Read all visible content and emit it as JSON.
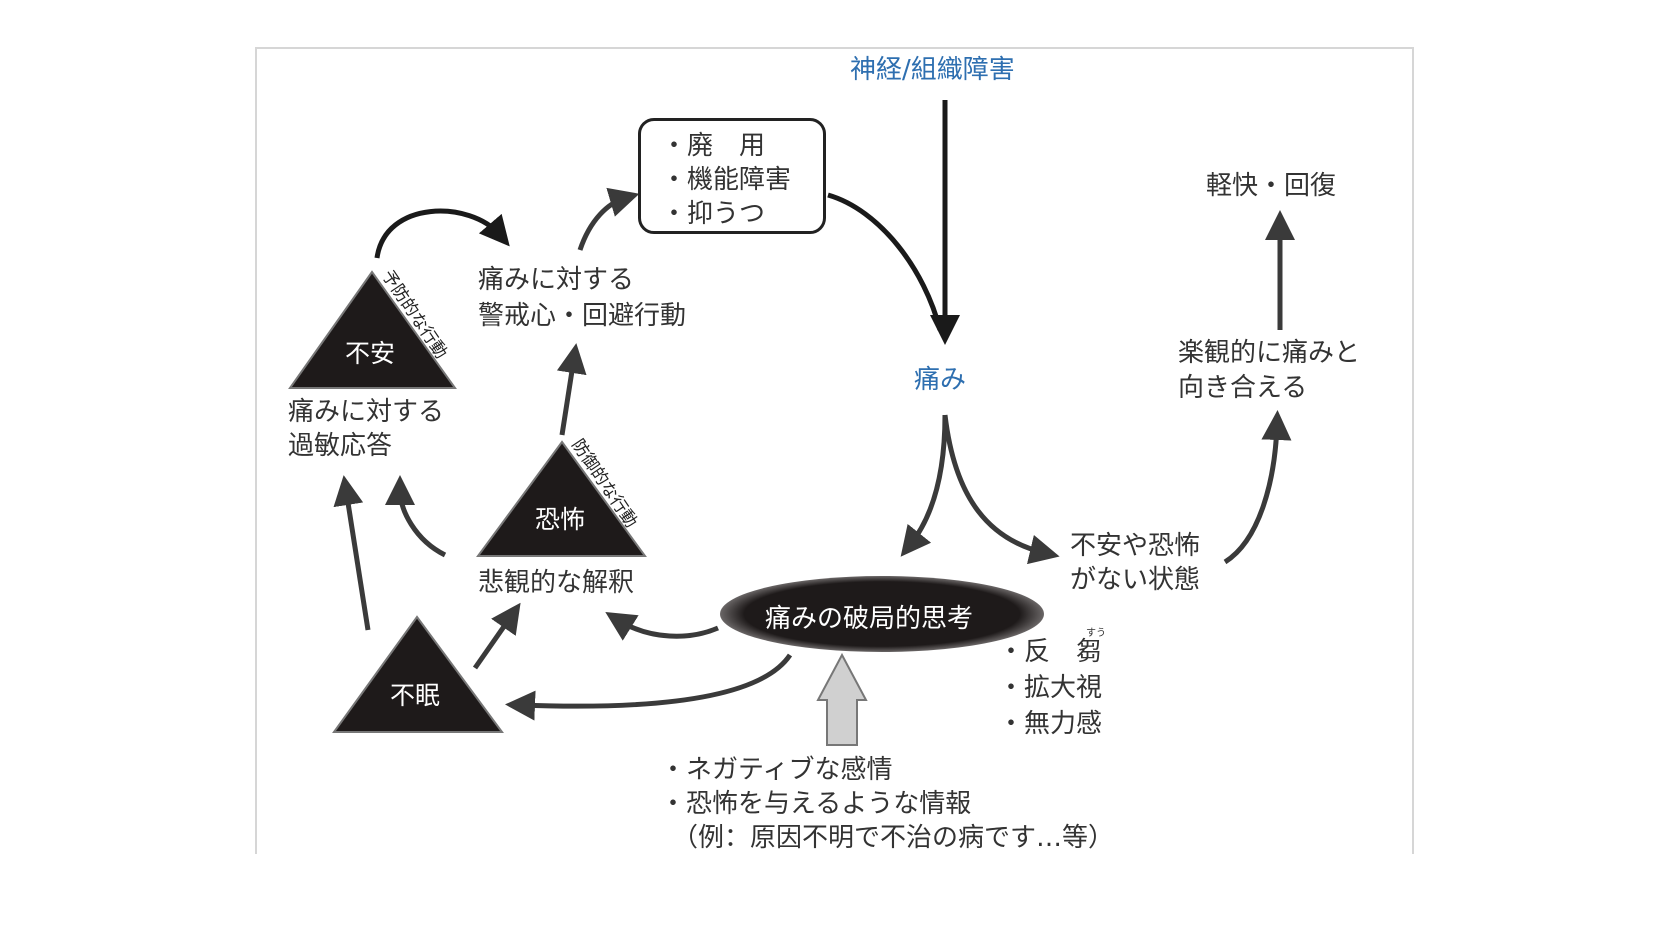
{
  "diagram": {
    "title_top": "神経/組織障害",
    "pain": "痛み",
    "box_items": [
      "・廃　用",
      "・機能障害",
      "・抑うつ"
    ],
    "vigilance": [
      "痛みに対する",
      "警戒心・回避行動"
    ],
    "anxiety": {
      "label": "不安",
      "side_label": "予防的な行動",
      "caption": [
        "痛みに対する",
        "過敏応答"
      ]
    },
    "fear": {
      "label": "恐怖",
      "side_label": "防御的な行動",
      "caption": "悲観的な解釈"
    },
    "insomnia": {
      "label": "不眠"
    },
    "catastrophizing": "痛みの破局的思考",
    "catastrophizing_items": [
      "・反　芻",
      "・拡大視",
      "・無力感"
    ],
    "rumination_ruby": "すう",
    "inputs": [
      "・ネガティブな感情",
      "・恐怖を与えるような情報",
      "（例：原因不明で不治の病です…等）"
    ],
    "no_fear_state": [
      "不安や恐怖",
      "がない状態"
    ],
    "optimistic": [
      "楽観的に痛みと",
      "向き合える"
    ],
    "recovery": "軽快・回復",
    "colors": {
      "accent_blue": "#2e6fb0",
      "dark": "#1e1a1a",
      "arrow": "#3a3a3a",
      "gray_arrow": "#d0d0d0"
    }
  }
}
